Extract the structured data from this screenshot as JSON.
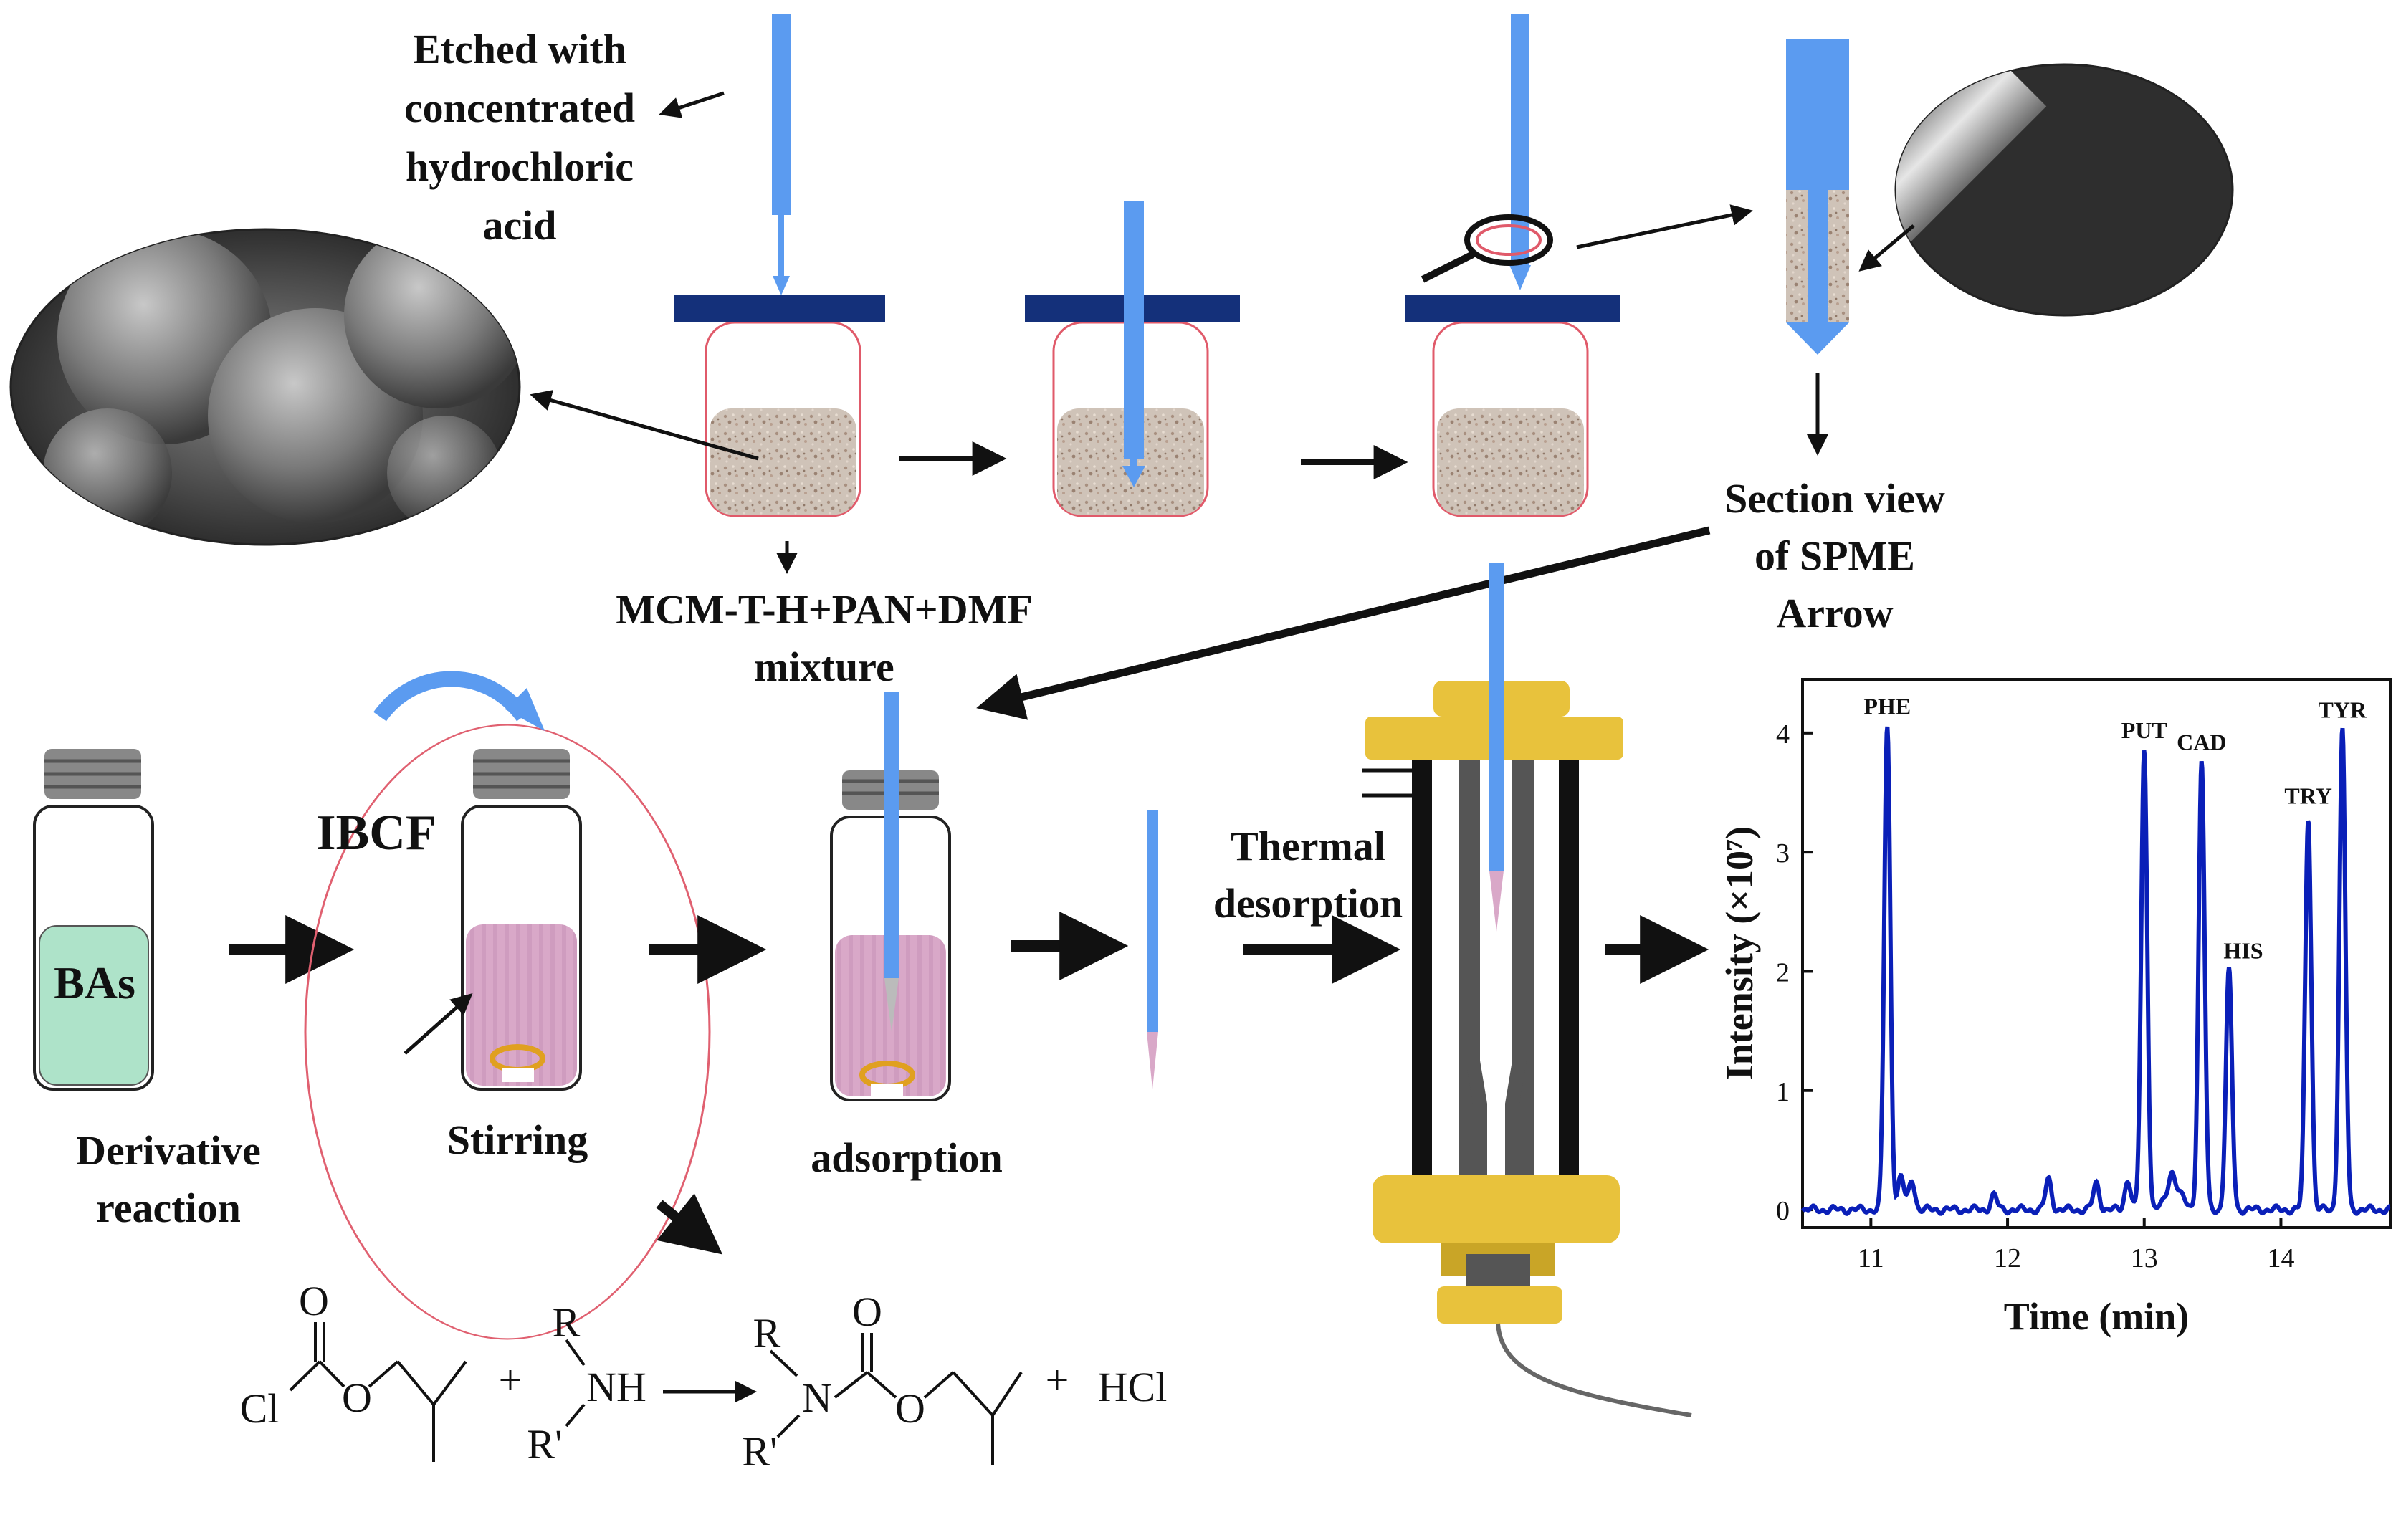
{
  "labels": {
    "etched": [
      "Etched with",
      "concentrated",
      "hydrochloric",
      "acid"
    ],
    "mixture": [
      "MCM-T-H+PAN+DMF",
      "mixture"
    ],
    "section_view": [
      "Section view",
      "of SPME",
      "Arrow"
    ],
    "ibcf": "IBCF",
    "bas": "BAs",
    "derivative": [
      "Derivative",
      "reaction"
    ],
    "stirring": "Stirring",
    "adsorption": "adsorption",
    "thermal": [
      "Thermal",
      "desorption"
    ]
  },
  "reaction": {
    "o1": "O",
    "cl": "Cl",
    "o2": "O",
    "plus1": "+",
    "r1": "R",
    "nh": "NH",
    "r2": "R'",
    "r3": "R",
    "n": "N",
    "r4": "R'",
    "o3": "O",
    "o4": "O",
    "plus2": "+",
    "hcl": "HCl"
  },
  "colors": {
    "fiber_blue": "#5b9bf0",
    "cap_navy": "#14307a",
    "trace_blue": "#0a1fb8",
    "gold": "#e8c23c",
    "vial_pink": "#d9a8c8",
    "vial_green": "#aee3c9",
    "oval_red": "#e06070"
  },
  "chart_data": {
    "type": "line",
    "title": "",
    "xlabel": "Time (min)",
    "ylabel": "Intensity (×10⁷)",
    "xlim": [
      10.5,
      14.8
    ],
    "ylim": [
      -0.15,
      4.45
    ],
    "xticks": [
      11,
      12,
      13,
      14
    ],
    "yticks": [
      0,
      1,
      2,
      3,
      4
    ],
    "peaks": [
      {
        "name": "PHE",
        "x": 11.12,
        "y": 4.05
      },
      {
        "name": "PUT",
        "x": 13.0,
        "y": 3.85
      },
      {
        "name": "CAD",
        "x": 13.42,
        "y": 3.75
      },
      {
        "name": "HIS",
        "x": 13.62,
        "y": 2.0
      },
      {
        "name": "TRY",
        "x": 14.2,
        "y": 3.3
      },
      {
        "name": "TYR",
        "x": 14.45,
        "y": 4.02
      }
    ],
    "minor_peaks": [
      {
        "x": 11.22,
        "y": 0.28
      },
      {
        "x": 11.3,
        "y": 0.25
      },
      {
        "x": 11.9,
        "y": 0.12
      },
      {
        "x": 12.3,
        "y": 0.25
      },
      {
        "x": 12.65,
        "y": 0.22
      },
      {
        "x": 12.88,
        "y": 0.25
      },
      {
        "x": 13.2,
        "y": 0.15
      }
    ]
  }
}
